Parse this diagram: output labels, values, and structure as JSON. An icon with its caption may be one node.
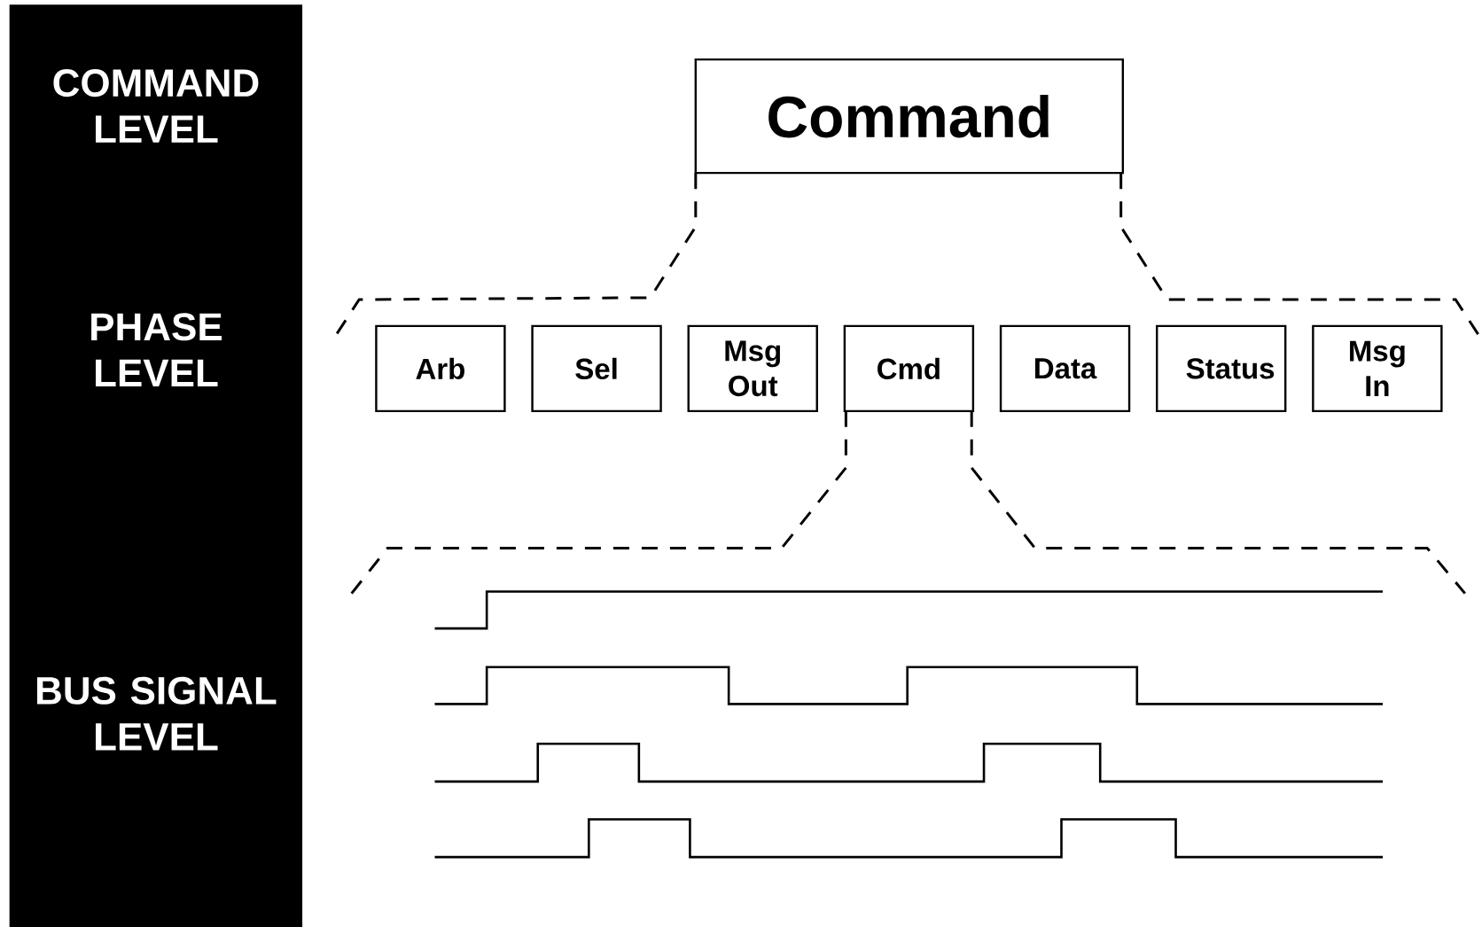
{
  "diagram": {
    "nodes": [
      {
        "text": [
          "Command"
        ]
      },
      {
        "text": [
          "Arb"
        ]
      },
      {
        "text": [
          "Sel"
        ]
      },
      {
        "text": [
          "Msg Out"
        ]
      },
      {
        "text": [
          "Cmd"
        ]
      },
      {
        "text": [
          "Data"
        ]
      },
      {
        "text": [
          "Status"
        ]
      },
      {
        "text": [
          "Msg In"
        ]
      }
    ],
    "labels": [
      "COMMAND LEVEL",
      "PHASE LEVEL",
      "BUS SIGNAL LEVEL"
    ]
  }
}
